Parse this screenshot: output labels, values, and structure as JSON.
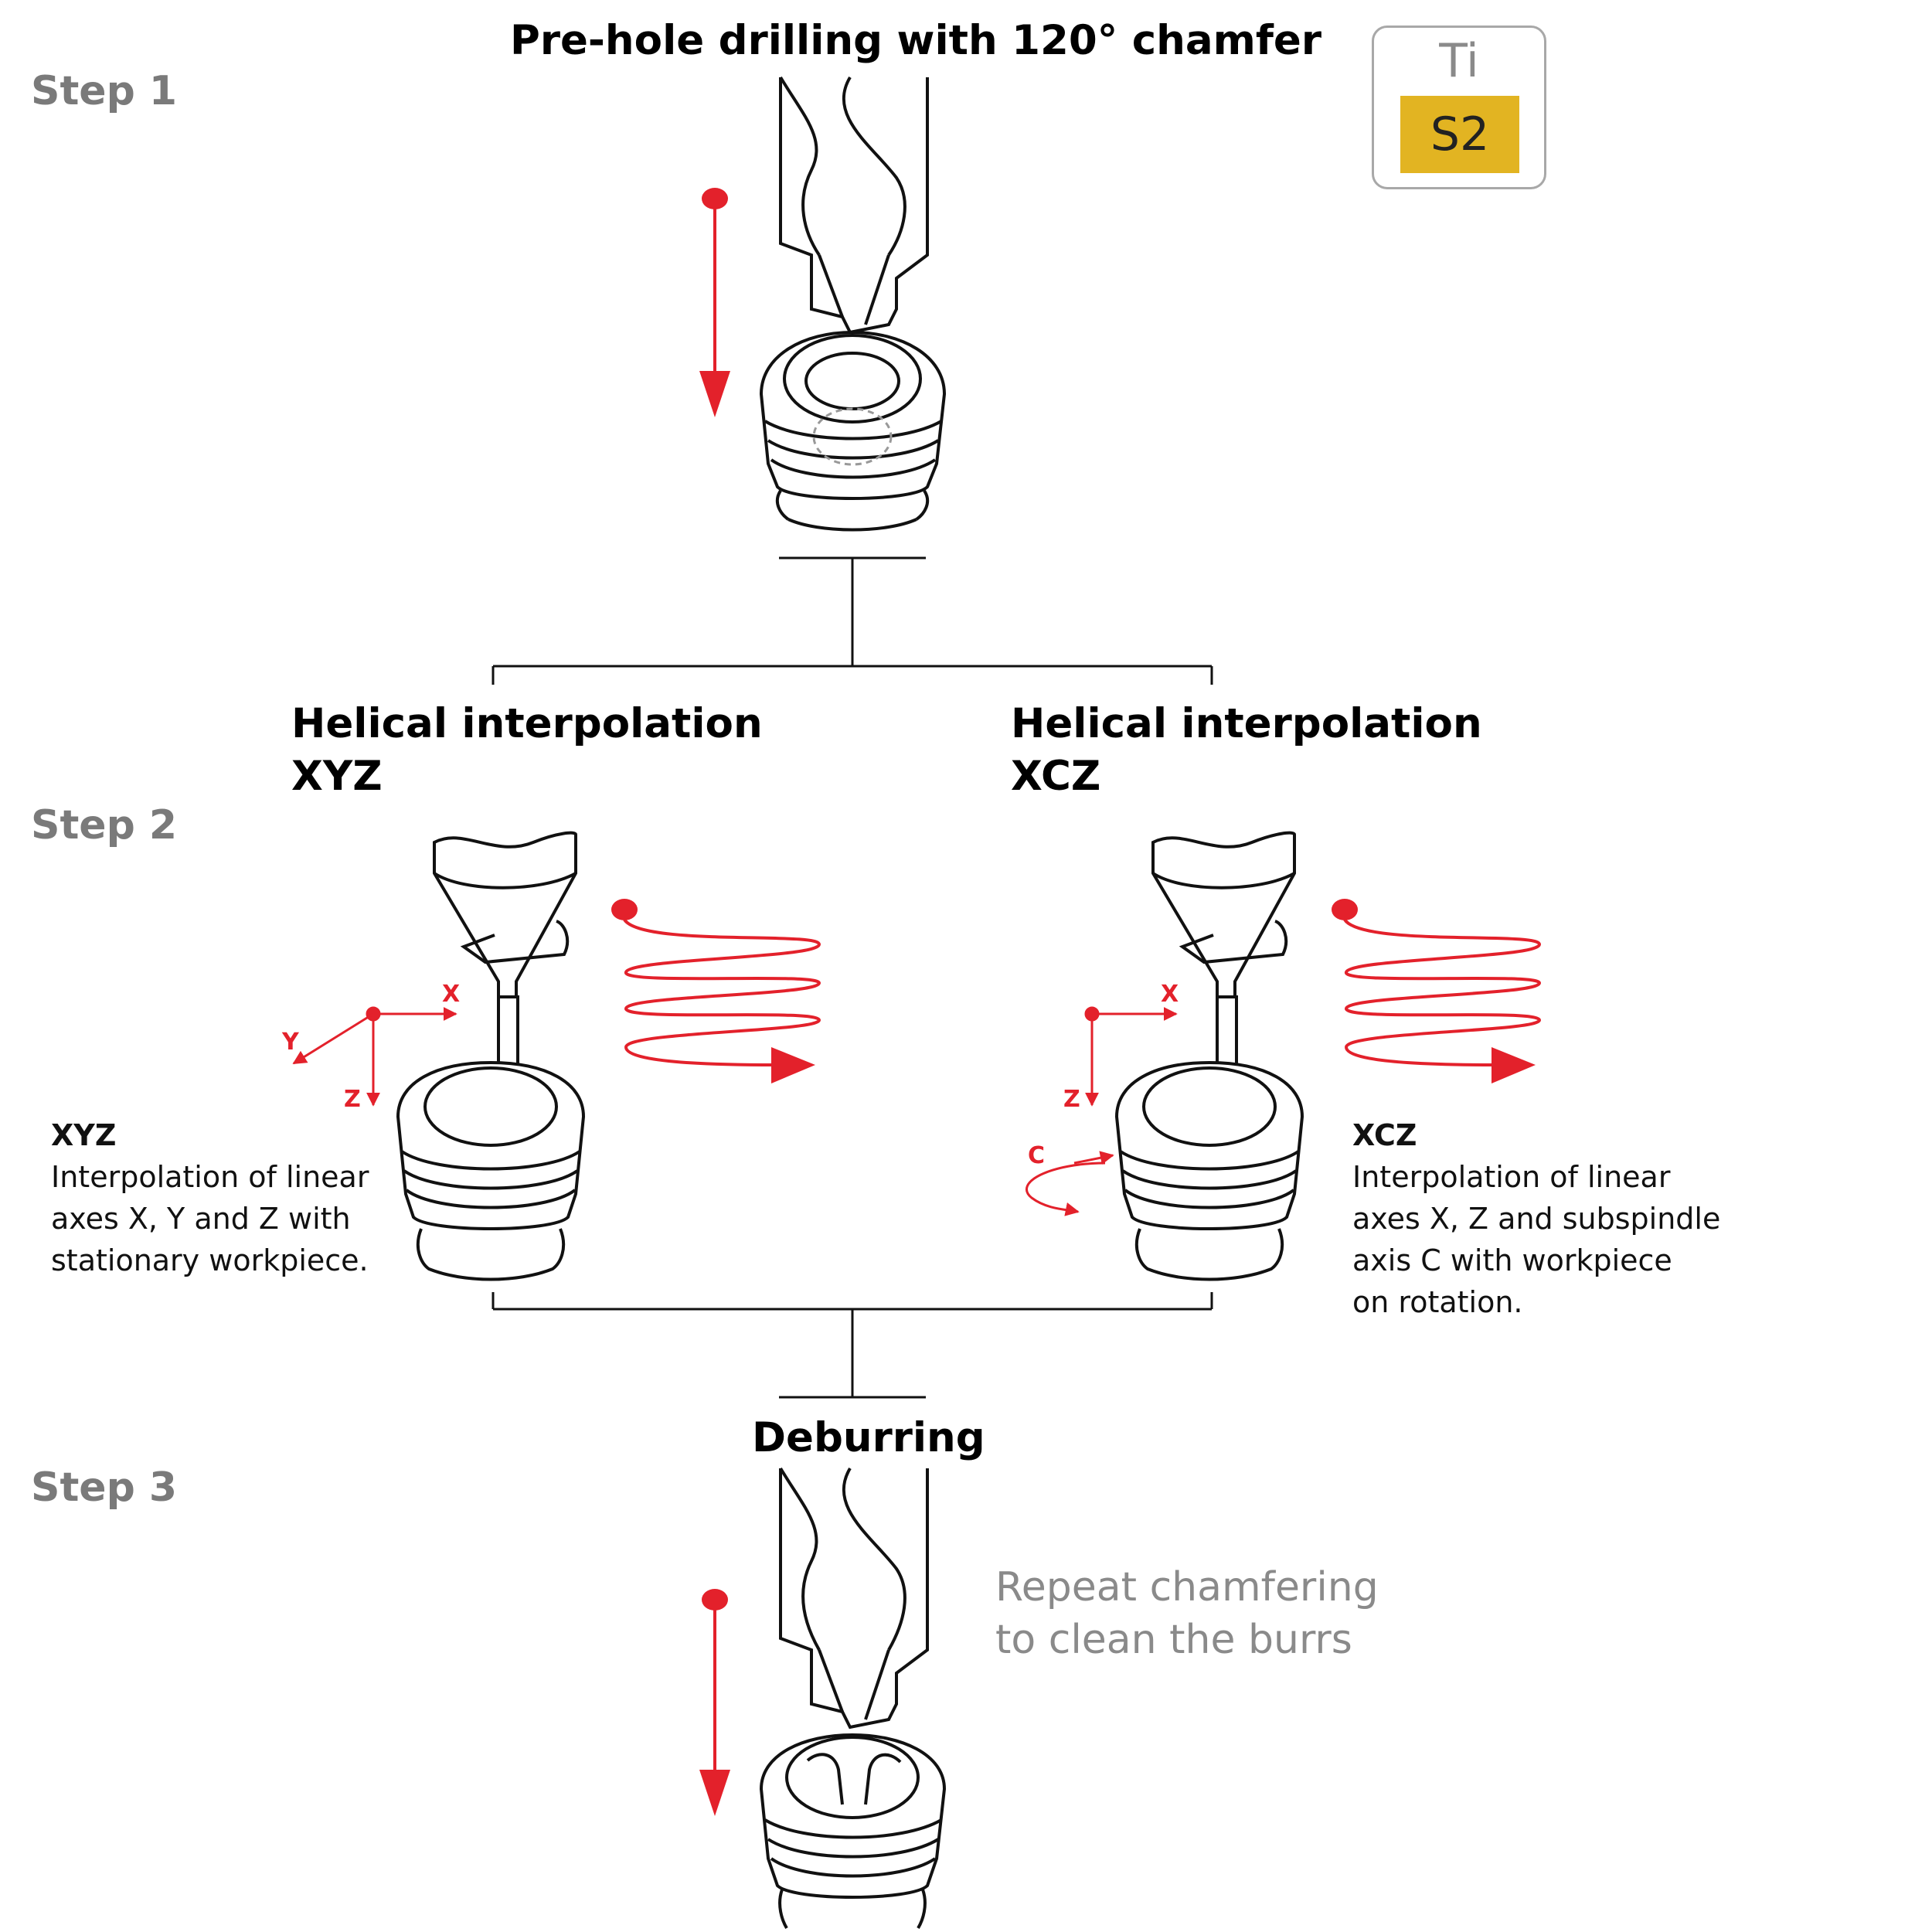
{
  "steps": {
    "step1": "Step 1",
    "step2": "Step 2",
    "step3": "Step 3"
  },
  "titles": {
    "predrill": "Pre-hole drilling with 120° chamfer",
    "helical_left_line1": "Helical interpolation",
    "helical_left_line2": "XYZ",
    "helical_right_line1": "Helical interpolation",
    "helical_right_line2": "XCZ",
    "deburring": "Deburring"
  },
  "badge": {
    "symbol": "Ti",
    "code": "S2"
  },
  "axes": {
    "x": "X",
    "y": "Y",
    "z": "Z",
    "c": "C"
  },
  "descriptions": {
    "xyz": {
      "heading": "XYZ",
      "line1": "Interpolation of linear",
      "line2": "axes X, Y and Z with",
      "line3": "stationary workpiece."
    },
    "xcz": {
      "heading": "XCZ",
      "line1": "Interpolation of linear",
      "line2": "axes X, Z and subspindle",
      "line3": "axis C with workpiece",
      "line4": "on rotation."
    }
  },
  "note": {
    "line1": "Repeat chamfering",
    "line2": "to clean the burrs"
  },
  "colors": {
    "accent_red": "#e3212b",
    "step_gray": "#7a7a7a",
    "badge_yellow": "#e2b422",
    "note_gray": "#8a8a8a"
  }
}
